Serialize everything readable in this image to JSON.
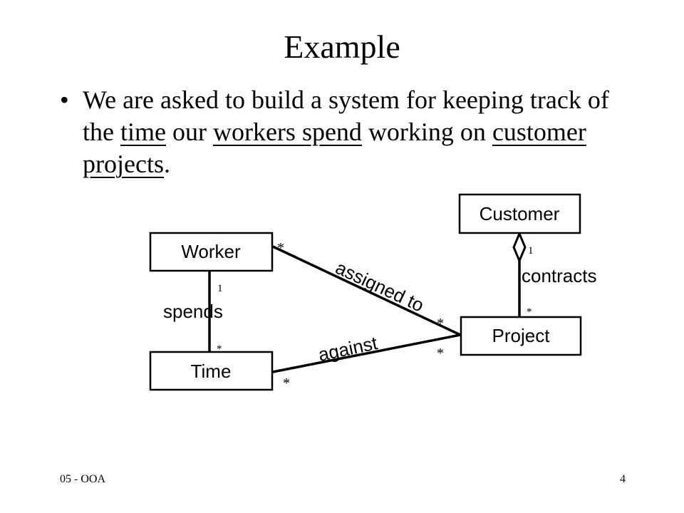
{
  "slide": {
    "title": "Example",
    "bullet": {
      "symbol": "•",
      "parts": [
        {
          "text": "We are asked to build a system for keeping track of the ",
          "underline": false
        },
        {
          "text": "time",
          "underline": true
        },
        {
          "text": " our ",
          "underline": false
        },
        {
          "text": "workers ",
          "underline": true
        },
        {
          "text": "spend",
          "underline": true
        },
        {
          "text": " working on ",
          "underline": false
        },
        {
          "text": "customer",
          "underline": true
        },
        {
          "text": " ",
          "underline": false
        },
        {
          "text": "projects",
          "underline": true
        },
        {
          "text": ".",
          "underline": false
        }
      ]
    },
    "footer_left": "05 - OOA",
    "footer_right": "4"
  },
  "diagram": {
    "classes": {
      "customer": "Customer",
      "worker": "Worker",
      "time": "Time",
      "project": "Project"
    },
    "associations": {
      "spends": {
        "label": "spends",
        "worker_end": "1",
        "time_end": "*"
      },
      "assigned_to": {
        "label": "assigned to",
        "worker_end": "*",
        "project_end": "*"
      },
      "against": {
        "label": "against",
        "time_end": "*",
        "project_end": "*"
      },
      "contracts": {
        "label": "contracts",
        "customer_end": "1",
        "project_end": "*",
        "kind": "aggregation"
      }
    }
  }
}
